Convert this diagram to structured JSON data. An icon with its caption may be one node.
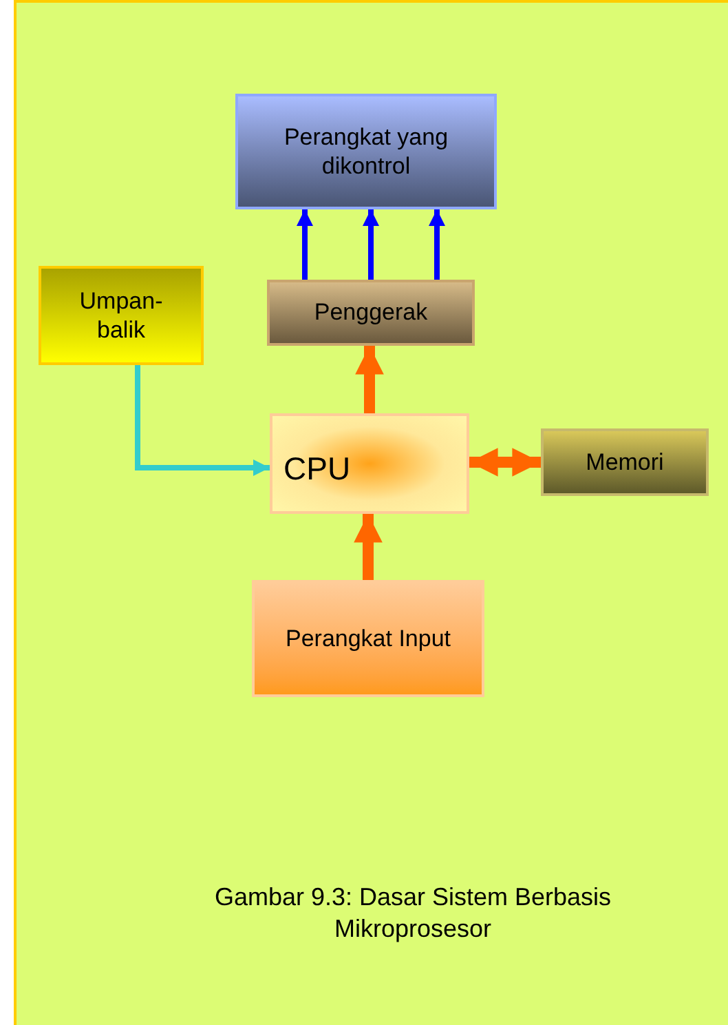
{
  "diagram": {
    "caption": "Gambar 9.3: Dasar Sistem Berbasis Mikroprosesor",
    "nodes": [
      {
        "text": [
          "Perangkat yang dikontrol"
        ]
      },
      {
        "text": [
          "Umpan- balik"
        ]
      },
      {
        "text": [
          "Penggerak"
        ]
      },
      {
        "text": [
          "CPU"
        ]
      },
      {
        "text": [
          "Memori"
        ]
      },
      {
        "text": [
          "Perangkat Input"
        ]
      }
    ],
    "edges": [
      {
        "from": 2,
        "to": 0,
        "arrow": "to"
      },
      {
        "from": 2,
        "to": 0,
        "arrow": "to"
      },
      {
        "from": 2,
        "to": 0,
        "arrow": "to"
      },
      {
        "from": 3,
        "to": 2,
        "arrow": "to",
        "style": "thick",
        "color": "#ff6600"
      },
      {
        "from": 1,
        "to": 3,
        "arrow": "to",
        "color": "#33cccc"
      },
      {
        "from": 3,
        "to": 4,
        "arrow": "both",
        "style": "thick",
        "color": "#ff6600"
      },
      {
        "from": 5,
        "to": 3,
        "arrow": "to",
        "style": "thick",
        "color": "#ff6600"
      }
    ]
  }
}
